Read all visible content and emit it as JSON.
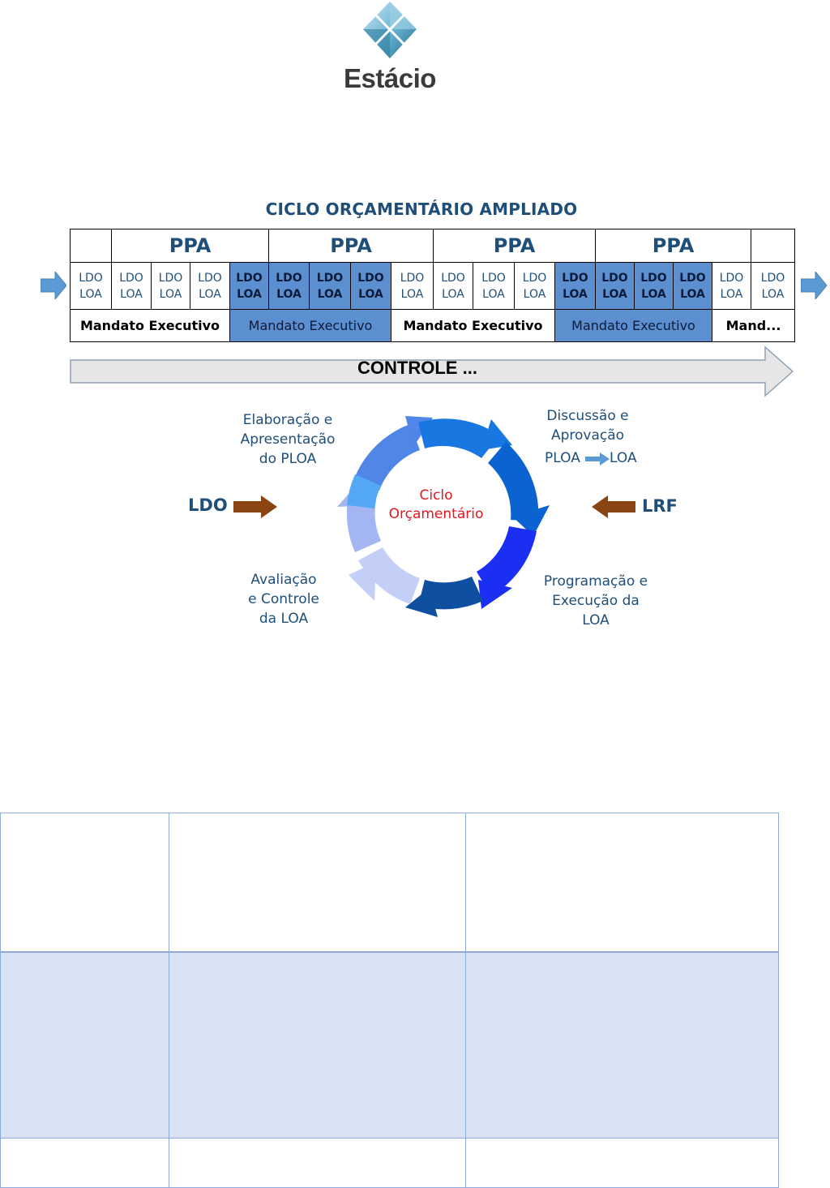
{
  "logo": {
    "wordmark": "Estácio"
  },
  "title": "CICLO ORÇAMENTÁRIO AMPLIADO",
  "ppa_label": "PPA",
  "ldo_label": "LDO",
  "loa_label": "LOA",
  "mandato": {
    "full": "Mandato Executivo",
    "short": "Mand..."
  },
  "controle": "CONTROLE ...",
  "cycle": {
    "center_line1": "Ciclo",
    "center_line2": "Orçamentário",
    "elaboracao": [
      "Elaboração e",
      "Apresentação",
      "do PLOA"
    ],
    "discussao": [
      "Discussão e",
      "Aprovação"
    ],
    "ploa": "PLOA",
    "loa": "LOA",
    "programacao": [
      "Programação e",
      "Execução da",
      "LOA"
    ],
    "avaliacao": [
      "Avaliação",
      "e Controle",
      "da LOA"
    ],
    "ldo": "LDO",
    "lrf": "LRF"
  },
  "colors": {
    "highlight": "#5b8fd0",
    "title_blue": "#1f4e79",
    "center_red": "#e8141b",
    "input_arrow": "#8b4513",
    "table_band": "#d9e2f3"
  }
}
